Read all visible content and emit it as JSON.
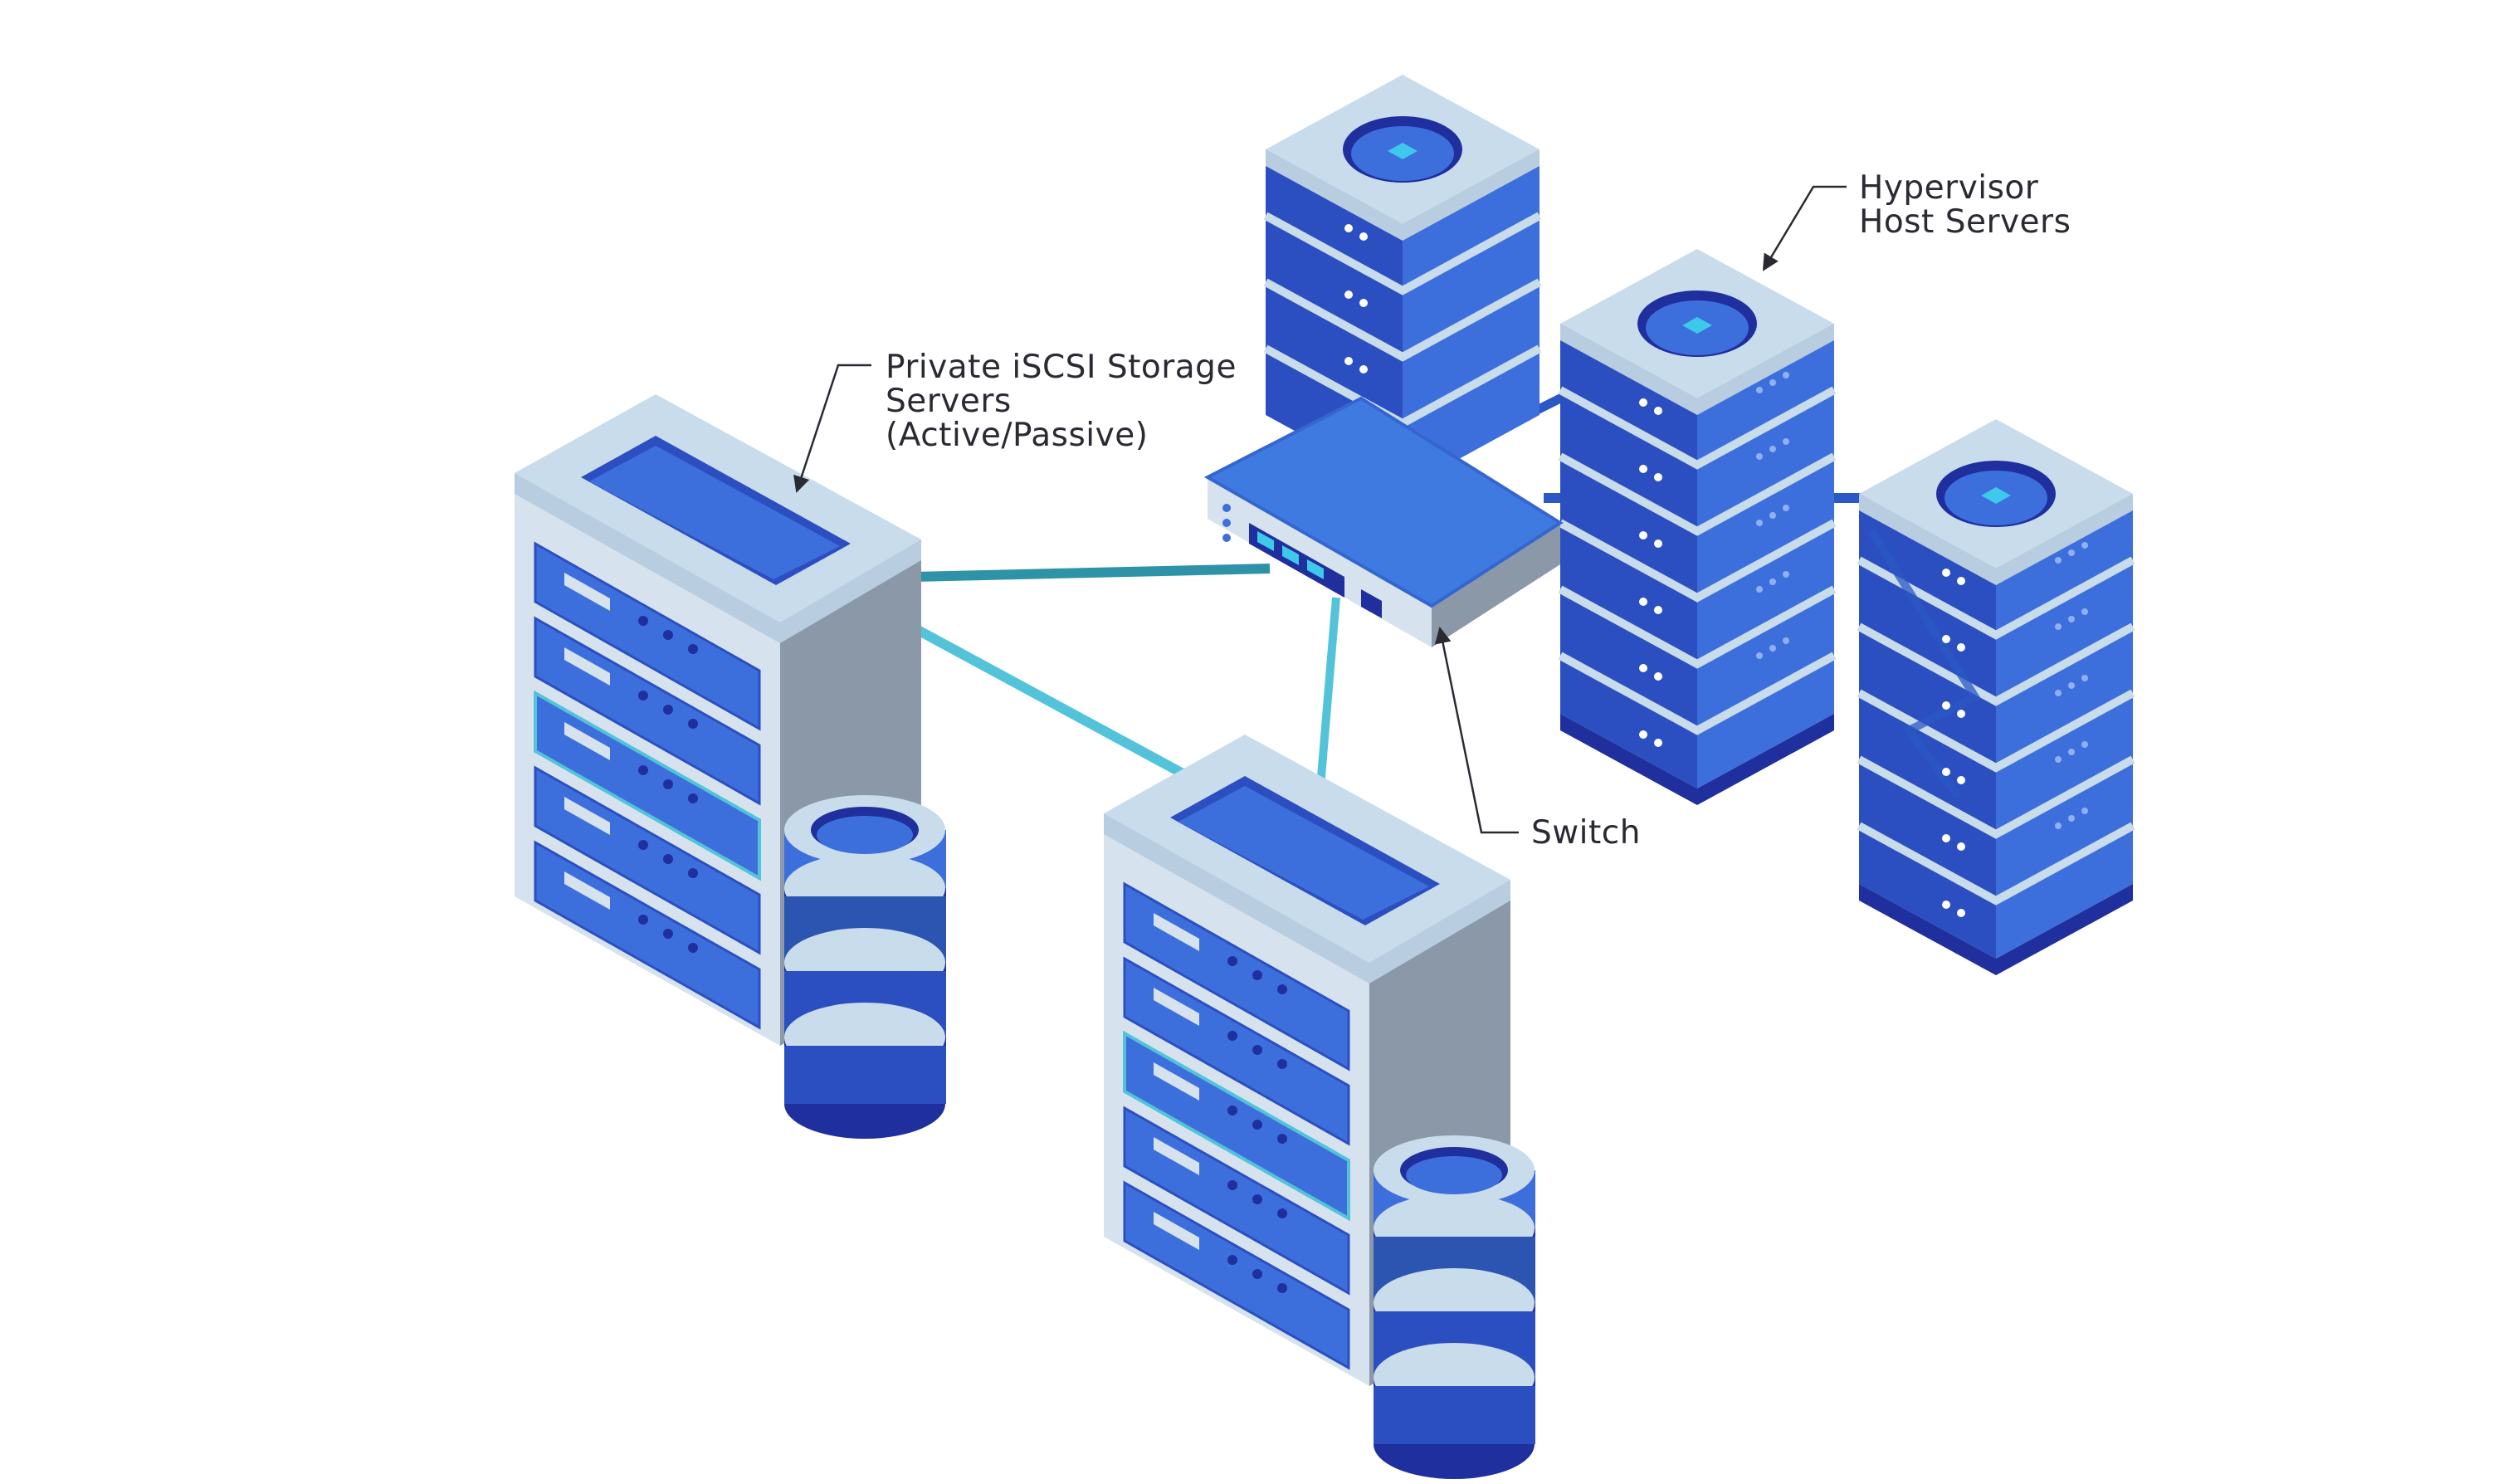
{
  "labels": {
    "storage": [
      "Private iSCSI Storage",
      "Servers",
      "(Active/Passive)"
    ],
    "hypervisor": [
      "Hypervisor",
      "Host Servers"
    ],
    "switch": "Switch"
  },
  "colors": {
    "top_face": "#c9dcec",
    "unit_front": "#3d6fdc",
    "unit_side": "#2b4fc0",
    "bottom_dark": "#1f2f9e",
    "body_side_gray": "#8a98a8",
    "body_front_light": "#d6e3ef",
    "cable_light": "#52c3d8",
    "cable_teal": "#2e93a6",
    "cable_blue": "#2a58c4",
    "accent": "#3ec8ea",
    "leader": "#2a2a33"
  }
}
